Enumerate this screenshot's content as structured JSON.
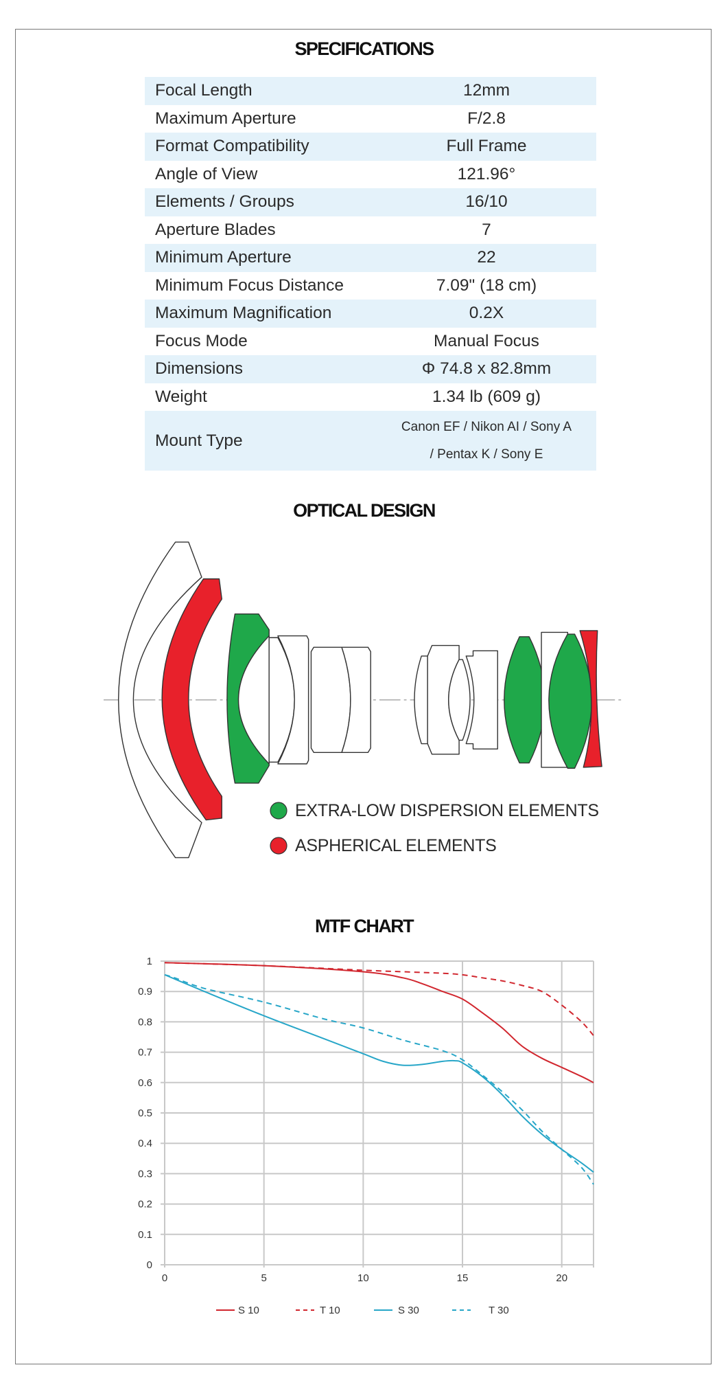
{
  "specifications": {
    "title": "SPECIFICATIONS",
    "rows": [
      {
        "label": "Focal Length",
        "value": "12mm"
      },
      {
        "label": "Maximum Aperture",
        "value": "F/2.8"
      },
      {
        "label": "Format Compatibility",
        "value": "Full Frame"
      },
      {
        "label": "Angle of View",
        "value": "121.96°"
      },
      {
        "label": "Elements / Groups",
        "value": "16/10"
      },
      {
        "label": "Aperture Blades",
        "value": "7"
      },
      {
        "label": "Minimum Aperture",
        "value": "22"
      },
      {
        "label": "Minimum Focus Distance",
        "value": "7.09\" (18 cm)"
      },
      {
        "label": "Maximum Magnification",
        "value": "0.2X"
      },
      {
        "label": "Focus Mode",
        "value": "Manual Focus"
      },
      {
        "label": "Dimensions",
        "value": "Φ 74.8 x 82.8mm"
      },
      {
        "label": "Weight",
        "value": "1.34 lb (609 g)"
      }
    ],
    "mount": {
      "label": "Mount Type",
      "value_line1": "Canon EF / Nikon AI / Sony A",
      "value_line2": "/ Pentax K / Sony E"
    }
  },
  "optical_design": {
    "title": "OPTICAL DESIGN",
    "legend": [
      {
        "label": "EXTRA-LOW DISPERSION ELEMENTS",
        "color": "#1fa84a"
      },
      {
        "label": "ASPHERICAL ELEMENTS",
        "color": "#e8212b"
      }
    ]
  },
  "chart_data": {
    "type": "line",
    "title": "MTF CHART",
    "xlabel": "",
    "ylabel": "",
    "xlim": [
      0,
      21.6
    ],
    "ylim": [
      0,
      1
    ],
    "x_ticks": [
      "0",
      "5",
      "10",
      "15",
      "20"
    ],
    "y_ticks": [
      "0",
      "0.1",
      "0.2",
      "0.3",
      "0.4",
      "0.5",
      "0.6",
      "0.7",
      "0.8",
      "0.9",
      "1"
    ],
    "grid": true,
    "legend_position": "bottom",
    "series": [
      {
        "name": "S 10",
        "color": "#d1262e",
        "dash": false,
        "x": [
          0,
          5,
          10,
          12,
          13,
          14,
          15,
          16,
          17,
          18,
          19,
          20,
          21,
          21.6
        ],
        "y": [
          0.995,
          0.985,
          0.965,
          0.945,
          0.925,
          0.9,
          0.875,
          0.83,
          0.78,
          0.72,
          0.68,
          0.65,
          0.62,
          0.6
        ]
      },
      {
        "name": "T 10",
        "color": "#d1262e",
        "dash": true,
        "x": [
          0,
          5,
          10,
          12,
          14,
          15,
          16,
          17,
          18,
          19,
          20,
          21,
          21.6
        ],
        "y": [
          0.995,
          0.985,
          0.97,
          0.965,
          0.96,
          0.955,
          0.945,
          0.935,
          0.92,
          0.9,
          0.855,
          0.8,
          0.755
        ]
      },
      {
        "name": "S 30",
        "color": "#27a6c8",
        "dash": false,
        "x": [
          0,
          2,
          5,
          8,
          10,
          11,
          12,
          13,
          14,
          14.6,
          15,
          16,
          17,
          18,
          19,
          20,
          21,
          21.6
        ],
        "y": [
          0.955,
          0.9,
          0.82,
          0.745,
          0.695,
          0.67,
          0.657,
          0.66,
          0.67,
          0.672,
          0.665,
          0.62,
          0.56,
          0.49,
          0.43,
          0.38,
          0.335,
          0.305
        ]
      },
      {
        "name": "T 30",
        "color": "#27a6c8",
        "dash": true,
        "x": [
          0,
          0.5,
          2,
          5,
          8,
          10,
          12,
          14,
          15,
          16,
          17,
          18,
          19,
          20,
          21,
          21.6
        ],
        "y": [
          0.955,
          0.945,
          0.91,
          0.865,
          0.81,
          0.78,
          0.74,
          0.705,
          0.675,
          0.625,
          0.57,
          0.51,
          0.44,
          0.38,
          0.32,
          0.265
        ]
      }
    ]
  }
}
